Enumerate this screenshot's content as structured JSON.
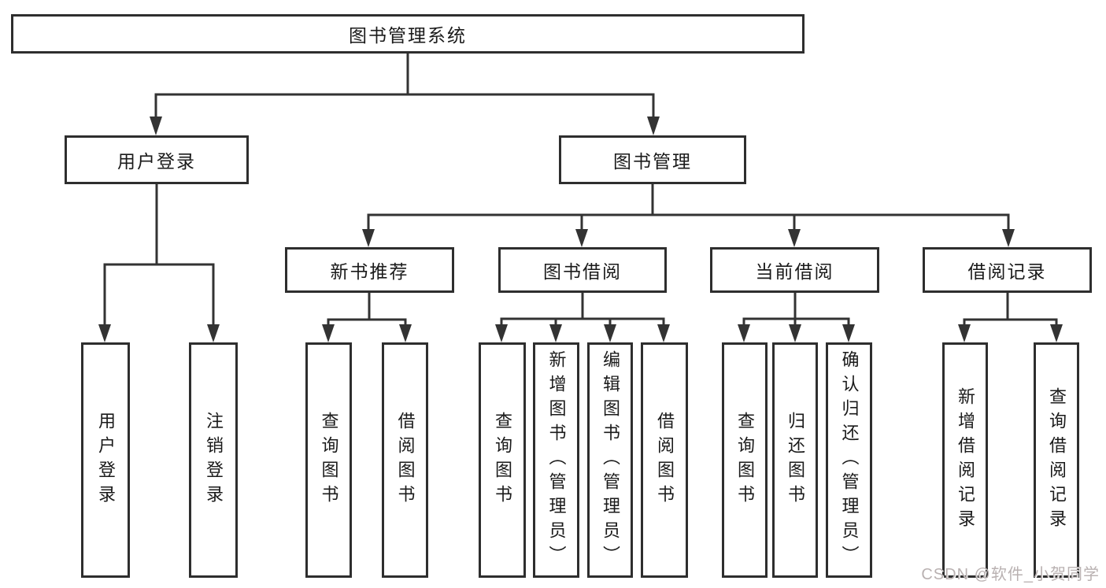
{
  "diagram": {
    "root": "图书管理系统",
    "level2": {
      "user_login": "用户登录",
      "book_management": "图书管理"
    },
    "level3": {
      "new_book_recommend": "新书推荐",
      "book_borrowing": "图书借阅",
      "current_borrowing": "当前借阅",
      "borrowing_records": "借阅记录"
    },
    "leaves": {
      "user_login": "用户登录",
      "logout": "注销登录",
      "nbr_query_books": "查询图书",
      "nbr_borrow_books": "借阅图书",
      "bb_query_books": "查询图书",
      "bb_add_books": "新增图书（管理员）",
      "bb_edit_books": "编辑图书（管理员）",
      "bb_borrow_books": "借阅图书",
      "cb_query_books": "查询图书",
      "cb_return_books": "归还图书",
      "cb_confirm_return": "确认归还（管理员）",
      "br_add_record": "新增借阅记录",
      "br_query_record": "查询借阅记录"
    }
  },
  "watermark": "CSDN @软件_小贺同学",
  "colors": {
    "line": "#333333",
    "box_border": "#2e2e2e",
    "box_fill": "#ffffff",
    "text": "#1a1a1a",
    "watermark": "#b9b1b1"
  }
}
